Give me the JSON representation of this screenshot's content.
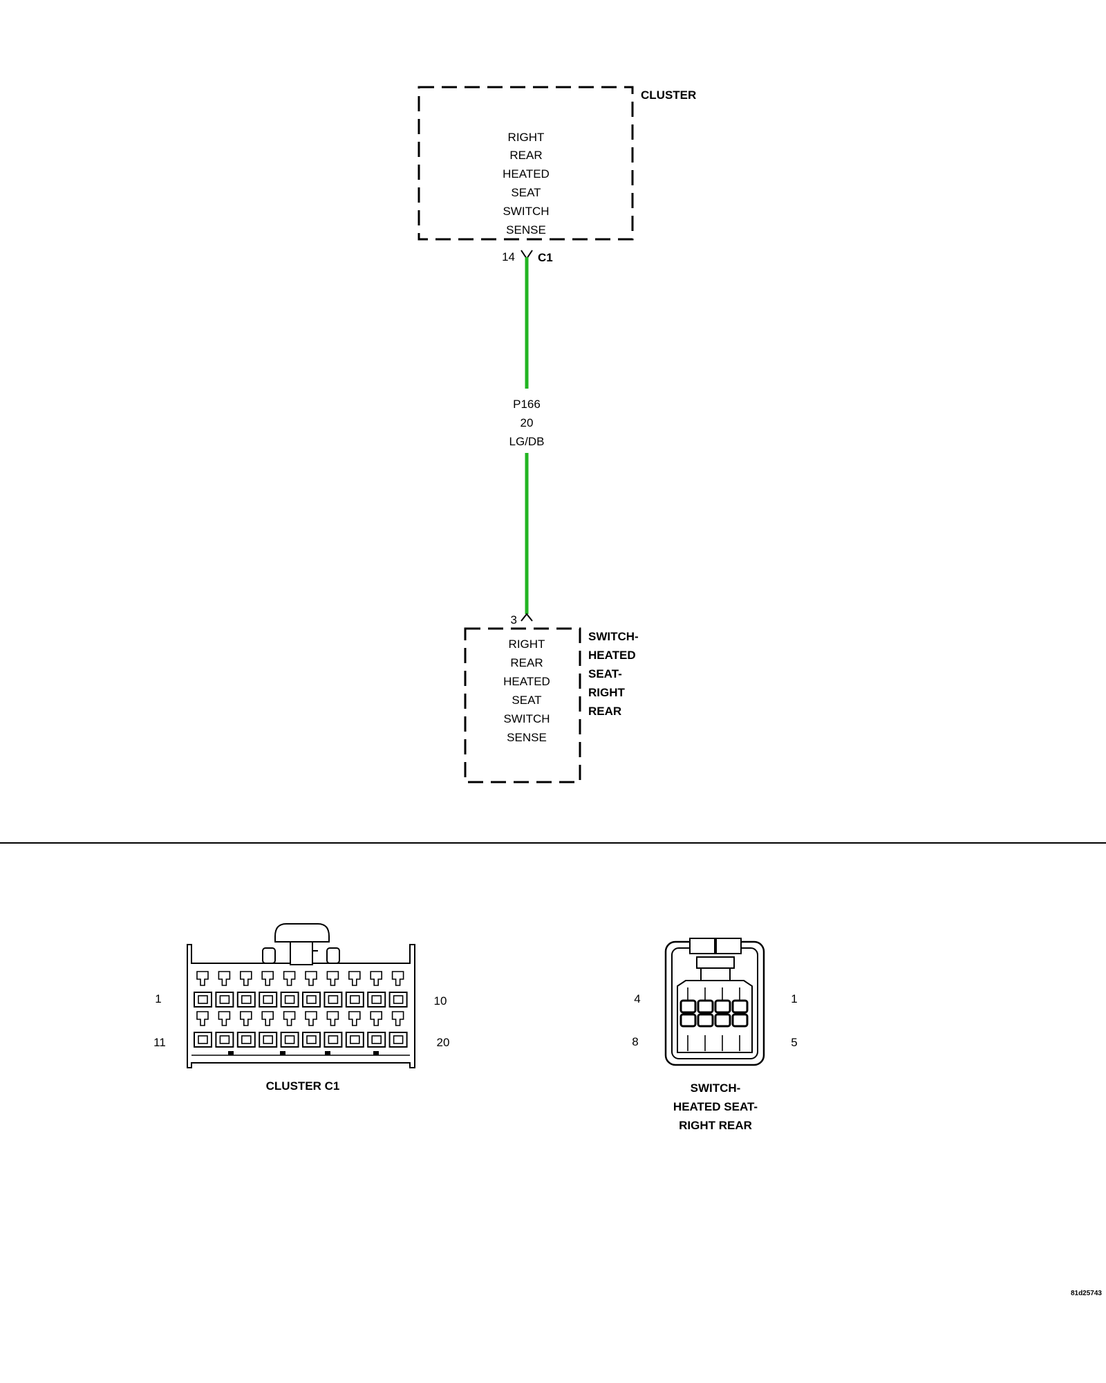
{
  "cluster": {
    "title": "CLUSTER",
    "lines": [
      "RIGHT",
      "REAR",
      "HEATED",
      "SEAT",
      "SWITCH",
      "SENSE"
    ],
    "pin": "14",
    "connector": "C1"
  },
  "wire": {
    "circuit": "P166",
    "gauge": "20",
    "color_code": "LG/DB",
    "color_hex": "#22b522"
  },
  "switch": {
    "pin": "3",
    "title_lines": [
      "SWITCH-",
      "HEATED",
      "SEAT-",
      "RIGHT",
      "REAR"
    ],
    "lines": [
      "RIGHT",
      "REAR",
      "HEATED",
      "SEAT",
      "SWITCH",
      "SENSE"
    ]
  },
  "connector_c1": {
    "label": "CLUSTER C1",
    "pin_labels": [
      "1",
      "10",
      "11",
      "20"
    ]
  },
  "connector_switch": {
    "label_lines": [
      "SWITCH-",
      "HEATED SEAT-",
      "RIGHT REAR"
    ],
    "pin_labels": [
      "4",
      "1",
      "8",
      "5"
    ]
  },
  "figure_id": "81d25743"
}
